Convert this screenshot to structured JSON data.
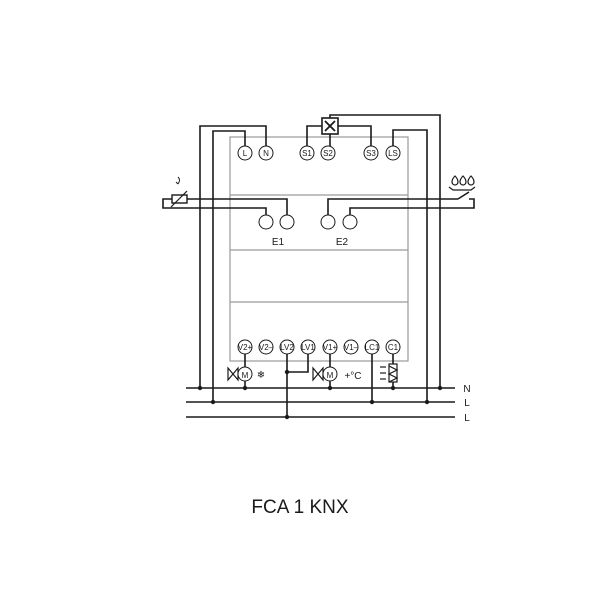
{
  "title": "FCA 1 KNX",
  "top_terminals": [
    "L",
    "N",
    "S1",
    "S2",
    "S3",
    "LS"
  ],
  "inputs": [
    "E1",
    "E2"
  ],
  "bottom_terminals": [
    "V2+",
    "V2–",
    "LV2",
    "LV1",
    "V1+",
    "V1–",
    "LC1",
    "C1"
  ],
  "bus_labels": [
    "N",
    "L",
    "L"
  ],
  "symbols": {
    "heating": "+°C",
    "cooling": "❄"
  }
}
